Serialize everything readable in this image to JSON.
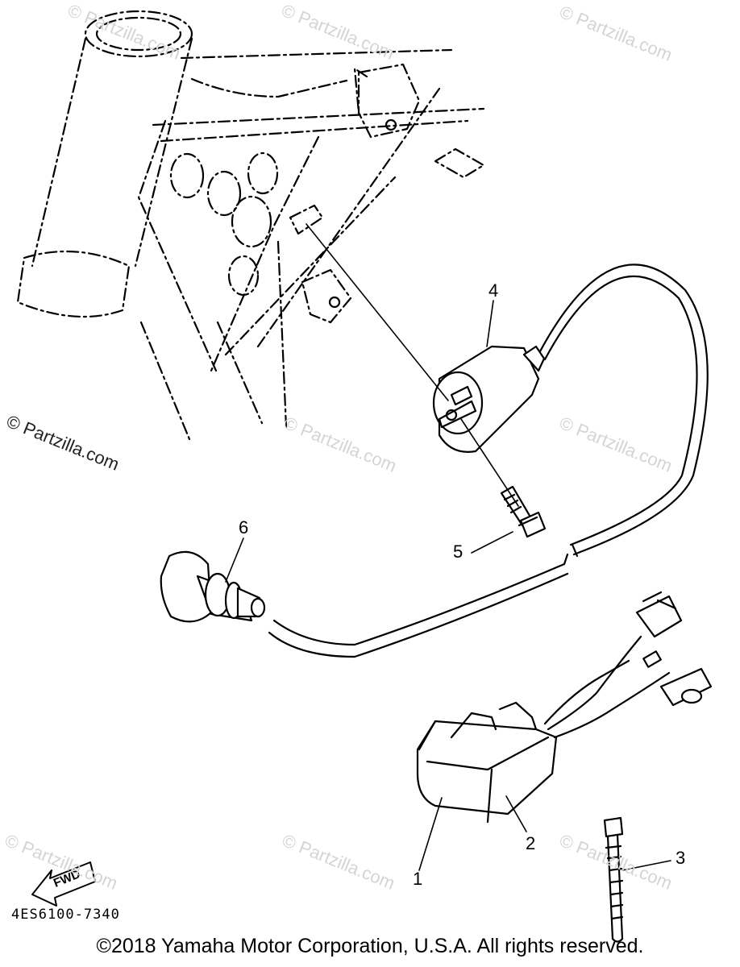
{
  "watermark": "© Partzilla.com",
  "callouts": {
    "c1": "1",
    "c2": "2",
    "c3": "3",
    "c4": "4",
    "c5": "5",
    "c6": "6"
  },
  "fwd_label": "FWD",
  "part_code": "4ES6100-7340",
  "copyright": "©2018  Yamaha Motor Corporation, U.S.A. All rights reserved.",
  "colors": {
    "line": "#000000",
    "watermark": "#d4d4d4",
    "background": "#ffffff"
  }
}
